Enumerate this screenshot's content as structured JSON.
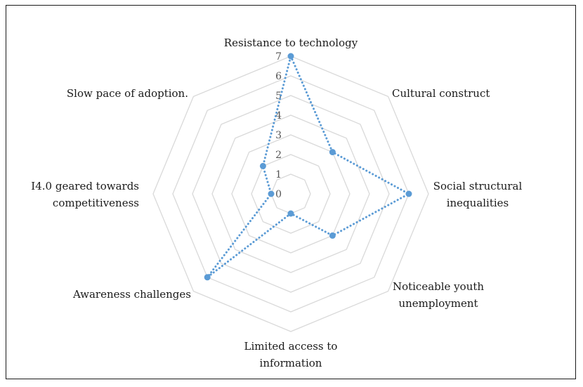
{
  "chart_data": {
    "type": "radar",
    "axes": [
      {
        "label_lines": [
          "Resistance to technology"
        ]
      },
      {
        "label_lines": [
          "Cultural construct"
        ]
      },
      {
        "label_lines": [
          "Social structural",
          "inequalities"
        ]
      },
      {
        "label_lines": [
          "Noticeable youth",
          "unemployment"
        ]
      },
      {
        "label_lines": [
          "Limited access to",
          "information"
        ]
      },
      {
        "label_lines": [
          "Awareness challenges"
        ]
      },
      {
        "label_lines": [
          "I4.0 geared towards",
          "competitiveness"
        ]
      },
      {
        "label_lines": [
          "Slow pace of adoption."
        ]
      }
    ],
    "ticks": [
      "0",
      "1",
      "2",
      "3",
      "4",
      "5",
      "6",
      "7"
    ],
    "range": [
      0,
      7
    ],
    "grid": true,
    "series": [
      {
        "values": [
          7,
          3,
          6,
          3,
          1,
          6,
          1,
          2
        ],
        "color": "#5b9bd5",
        "line_style": "dotted"
      }
    ]
  }
}
